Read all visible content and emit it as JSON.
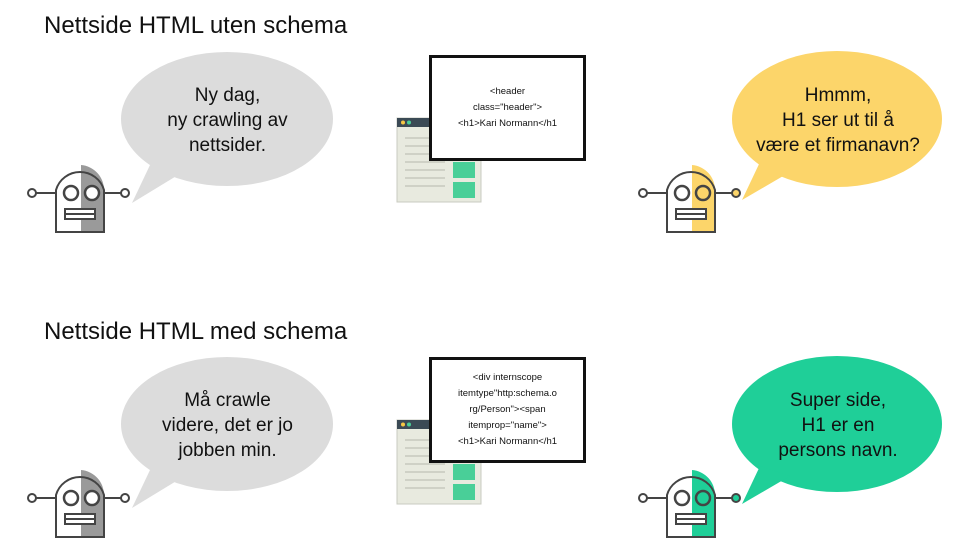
{
  "section1": {
    "title": "Nettside HTML uten schema",
    "bubble_left": [
      "Ny dag,",
      "ny crawling av",
      "nettsider."
    ],
    "code": [
      "<header",
      "class=\"header\">",
      "<h1>Kari Normann</h1"
    ],
    "bubble_right": [
      "Hmmm,",
      "H1 ser ut til å",
      "være et firmanavn?"
    ],
    "bubble_right_color": "#fcd56a"
  },
  "section2": {
    "title": "Nettside HTML med schema",
    "bubble_left": [
      "Må crawle",
      "videre, det er jo",
      "jobben min."
    ],
    "code": [
      "<div internscope",
      "itemtype\"http:schema.o",
      "rg/Person\"><span",
      "itemprop=\"name\">",
      "<h1>Kari Normann</h1"
    ],
    "bubble_right": [
      "Super side,",
      "H1 er en",
      "persons navn."
    ],
    "bubble_right_color": "#1fcf98"
  },
  "colors": {
    "bubble_grey": "#dcdcdc",
    "robot_outline": "#444444",
    "robot_grey_half": "#9a9a9a",
    "page_bg": "#e8eadf",
    "page_green": "#49cf98",
    "page_bar": "#3b4a55"
  },
  "icons": [
    "robot-icon",
    "webpage-icon",
    "code-window"
  ]
}
